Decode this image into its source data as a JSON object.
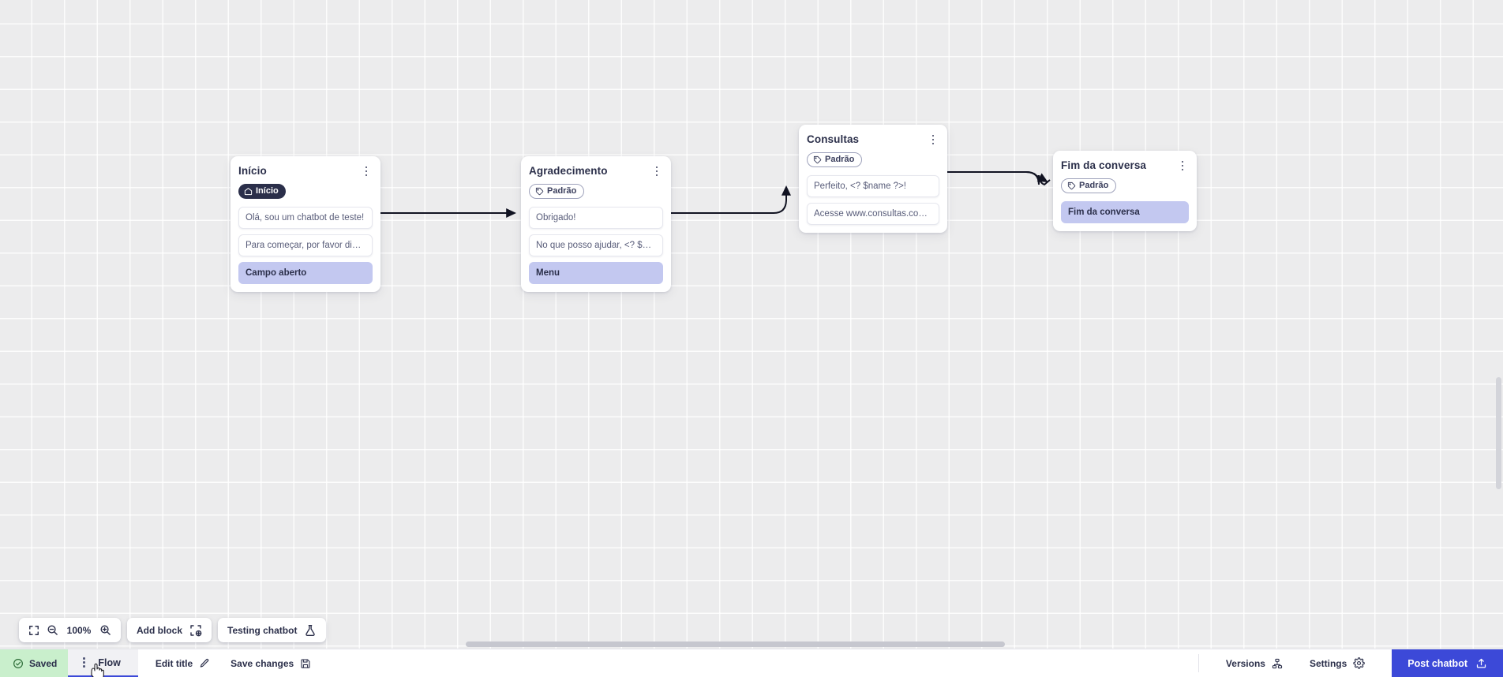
{
  "canvas": {
    "background_color": "#ececed",
    "grid_line_color": "#ffffff"
  },
  "nodes": [
    {
      "id": "inicio",
      "title": "Início",
      "badge": {
        "label": "Início",
        "icon": "home-icon",
        "style": "dark",
        "color": "#2b2f4a"
      },
      "items": [
        {
          "text": "Olá, sou um chatbot de teste!",
          "highlight": false
        },
        {
          "text": "Para começar, por favor digite o ...",
          "highlight": false
        },
        {
          "text": "Campo aberto",
          "highlight": true
        }
      ]
    },
    {
      "id": "agradecimento",
      "title": "Agradecimento",
      "badge": {
        "label": "Padrão",
        "icon": "tag-icon",
        "style": "outline",
        "color": "#3a3e5c"
      },
      "items": [
        {
          "text": "Obrigado!",
          "highlight": false
        },
        {
          "text": "No que posso ajudar, <? $name ...",
          "highlight": false
        },
        {
          "text": "Menu",
          "highlight": true
        }
      ]
    },
    {
      "id": "consultas",
      "title": "Consultas",
      "badge": {
        "label": "Padrão",
        "icon": "tag-icon",
        "style": "outline",
        "color": "#3a3e5c"
      },
      "items": [
        {
          "text": "Perfeito, <? $name ?>!",
          "highlight": false
        },
        {
          "text": "Acesse www.consultas.com par...",
          "highlight": false
        }
      ]
    },
    {
      "id": "fim-da-conversa",
      "title": "Fim da conversa",
      "badge": {
        "label": "Padrão",
        "icon": "tag-icon",
        "style": "outline",
        "color": "#3a3e5c"
      },
      "items": [
        {
          "text": "Fim da conversa",
          "highlight": true
        }
      ]
    }
  ],
  "toolbar": {
    "fit_icon": "fit-screen-icon",
    "zoom_out_icon": "zoom-out-icon",
    "zoom_level": "100%",
    "zoom_in_icon": "zoom-in-icon",
    "add_block_label": "Add block",
    "add_block_icon": "add-block-icon",
    "testing_chatbot_label": "Testing chatbot",
    "testing_chatbot_icon": "flask-icon"
  },
  "statusbar": {
    "saved_label": "Saved",
    "saved_icon": "check-circle-icon",
    "saved_color": "#c9efcc",
    "tab_flow_label": "Flow",
    "tab_flow_kebab_icon": "kebab-menu-icon",
    "tab_active_color": "#3c49d8",
    "edit_title_label": "Edit title",
    "edit_title_icon": "pencil-icon",
    "save_changes_label": "Save changes",
    "save_changes_icon": "floppy-disk-icon",
    "versions_label": "Versions",
    "versions_icon": "branch-icon",
    "settings_label": "Settings",
    "settings_icon": "gear-icon",
    "post_chatbot_label": "Post chatbot",
    "post_chatbot_icon": "upload-icon",
    "post_chatbot_color": "#3c49d8"
  }
}
